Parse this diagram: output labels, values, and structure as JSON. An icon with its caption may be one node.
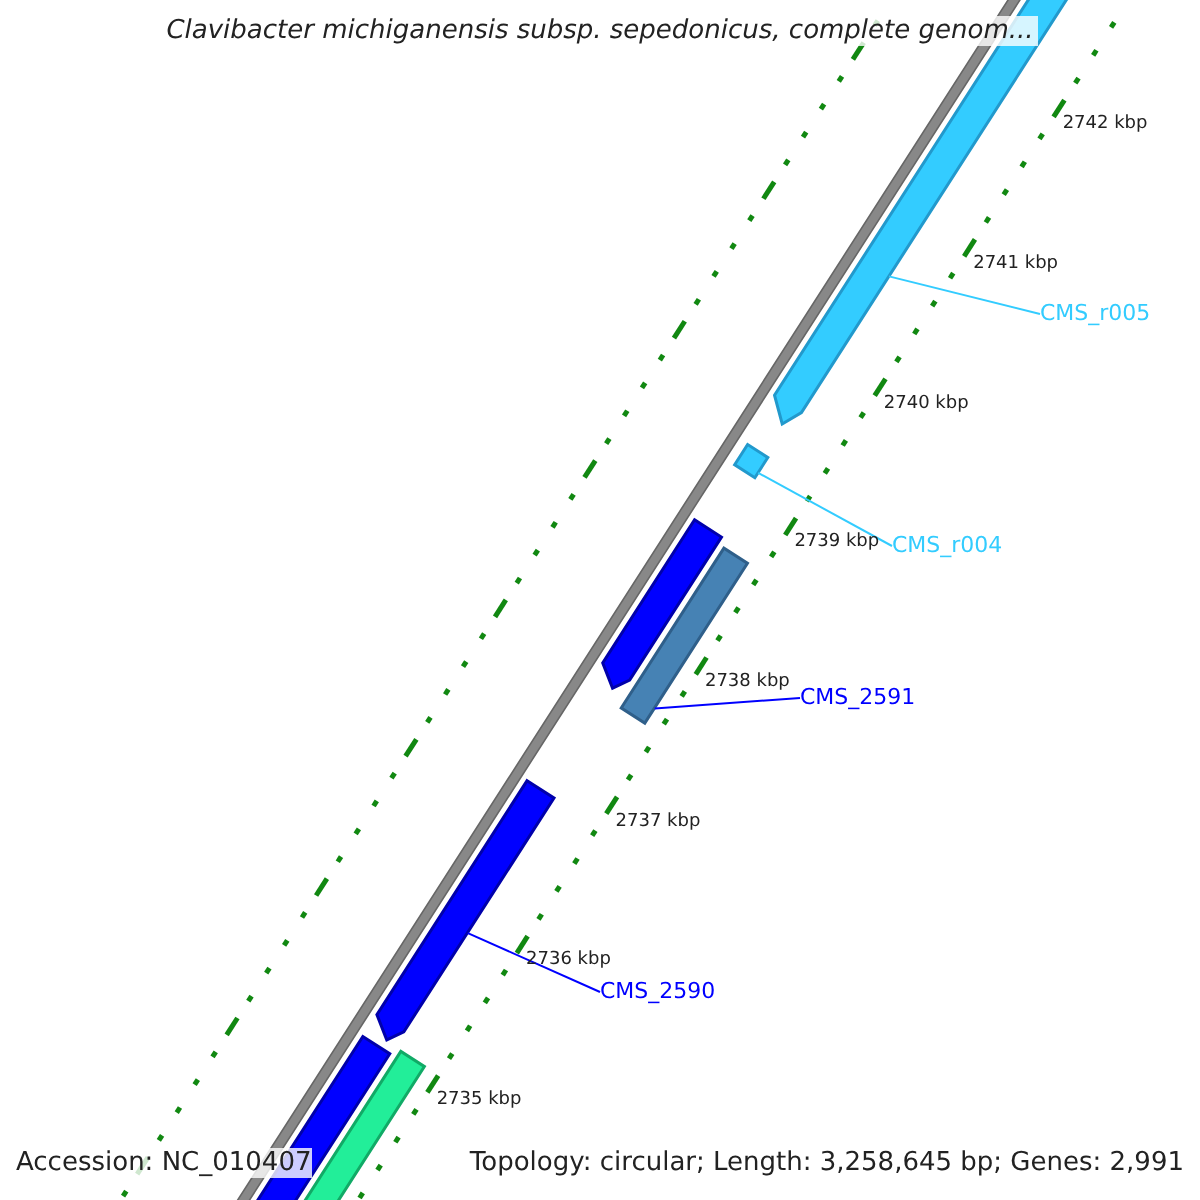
{
  "diagram": {
    "title": "Clavibacter michiganensis subsp. sepedonicus, complete genom...",
    "nodes": [
      {
        "text": [
          "CMS_r005"
        ]
      },
      {
        "text": [],
        "shape": "bar"
      },
      {
        "text": [
          "CMS_r004"
        ]
      },
      {
        "text": [],
        "shape": "bar"
      },
      {
        "text": [
          "CMS_2591"
        ]
      },
      {
        "text": [],
        "shape": "bar"
      },
      {
        "text": [
          "CMS_2590"
        ]
      },
      {
        "text": [],
        "shape": "bar"
      }
    ],
    "edges": [
      {
        "from": 0,
        "to": 1,
        "arrow": "none",
        "color": "#33ccff"
      },
      {
        "from": 2,
        "to": 3,
        "arrow": "none",
        "color": "#33ccff"
      },
      {
        "from": 4,
        "to": 5,
        "arrow": "none",
        "color": "#0000ff"
      },
      {
        "from": 6,
        "to": 7,
        "arrow": "none",
        "color": "#0000ff"
      }
    ],
    "labels": [
      "2742 kbp",
      "2741 kbp",
      "2740 kbp",
      "2739 kbp",
      "2738 kbp",
      "2737 kbp",
      "2736 kbp",
      "2735 kbp",
      "Accession: NC_010407",
      "Topology: circular; Length: 3,258,645 bp; Genes: 2,991"
    ]
  }
}
